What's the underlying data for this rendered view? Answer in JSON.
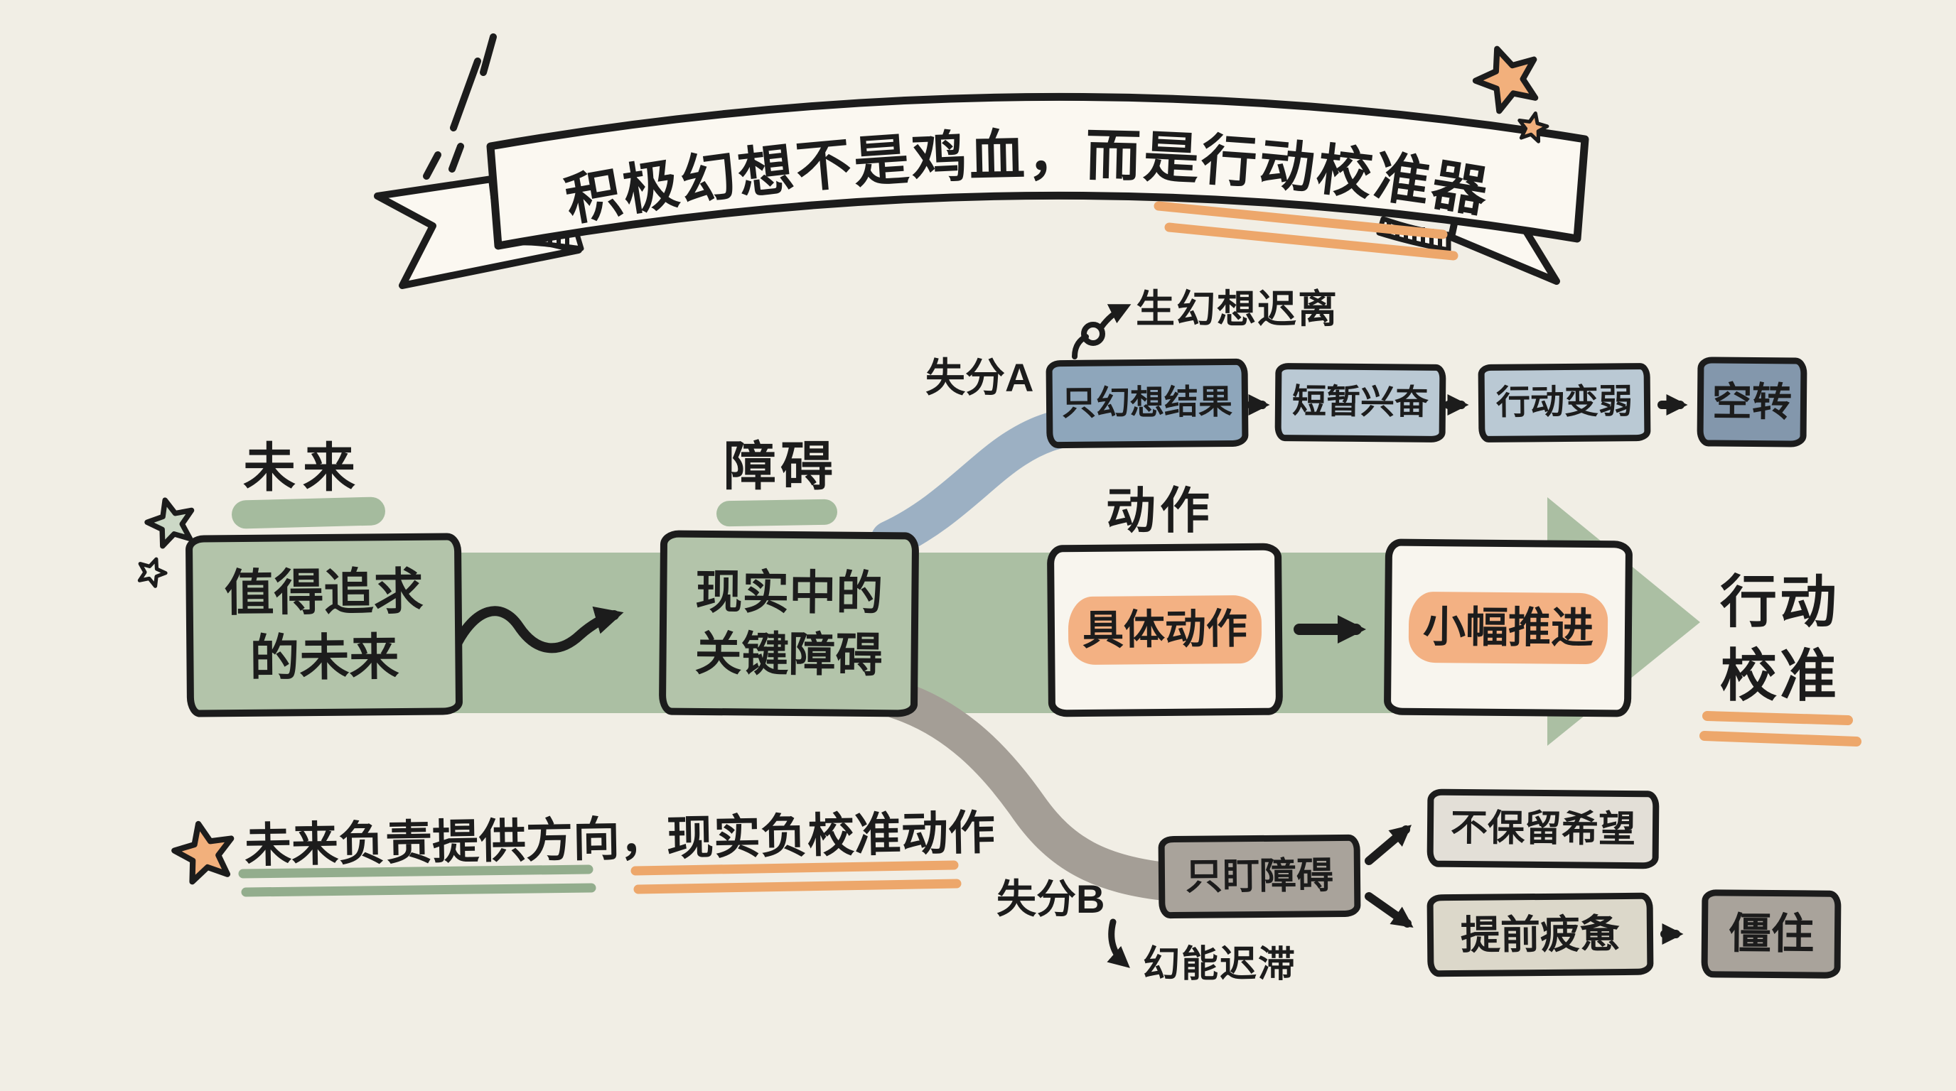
{
  "banner": {
    "title": "积极幻想不是鸡血，而是行动校准器"
  },
  "stage_labels": {
    "future": "未来",
    "obstacle": "障碍",
    "action": "动作"
  },
  "main_flow": {
    "future_box": "值得追求\n的未来",
    "obstacle_box": "现实中的\n关键障碍",
    "action_box": "具体动作",
    "advance_box": "小幅推进",
    "result": "行动\n校准"
  },
  "branch_a": {
    "callout": "失分A",
    "annotation": "生幻想迟离",
    "steps": [
      "只幻想结果",
      "短暂兴奋",
      "行动变弱",
      "空转"
    ]
  },
  "branch_b": {
    "callout": "失分B",
    "annotation": "幻能迟滞",
    "trigger": "只盯障碍",
    "outcomes": [
      "不保留希望",
      "提前疲惫"
    ],
    "final": "僵住"
  },
  "footnote": "未来负责提供方向，现实负校准动作",
  "colors": {
    "paper": "#f1eee5",
    "ink": "#1c1c1c",
    "sage_green": "#abbfa3",
    "box_green": "#b3c4aa",
    "slate_blue": "#8ea6bb",
    "light_blue": "#bac9d4",
    "deep_slate": "#8397ac",
    "warm_gray": "#a9a39b",
    "light_gray": "#e3dfd7",
    "orange_highlight": "#f3b183",
    "orange_line": "#eda76b",
    "green_line": "#93ad8d",
    "banner_fill": "#fbf8f1"
  }
}
